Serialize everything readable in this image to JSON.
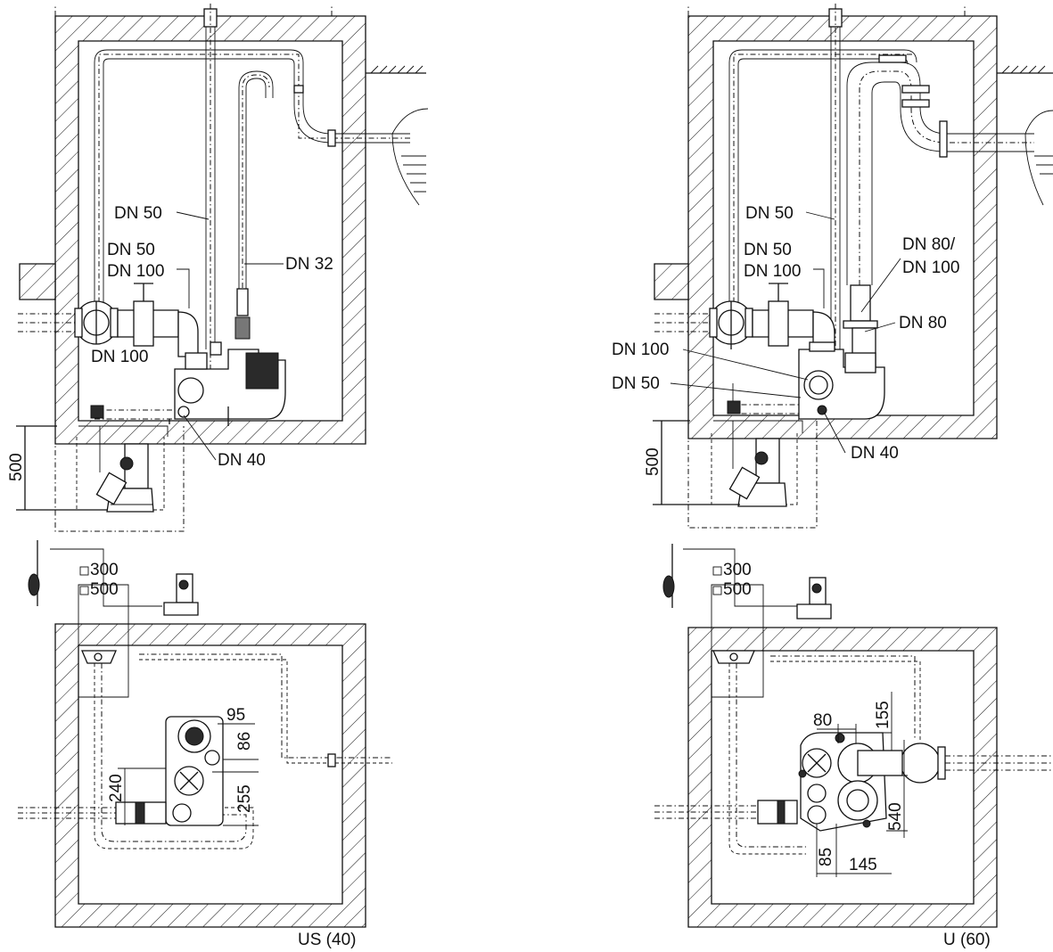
{
  "left_view": {
    "caption": "US (40)",
    "labels": {
      "dn50_top": "DN 50",
      "dn32": "DN 32",
      "dn50_side": "DN 50",
      "dn100_side": "DN 100",
      "dn100_inlet": "DN 100",
      "dn40": "DN 40"
    },
    "dimensions": {
      "depth": "500",
      "sq300": "300",
      "sq500": "500",
      "d95": "95",
      "d86": "86",
      "d240": "240",
      "d255": "255"
    }
  },
  "right_view": {
    "caption": "U (60)",
    "labels": {
      "dn50_top": "DN 50",
      "dn50_side": "DN 50",
      "dn100_side": "DN 100",
      "dn80_100": "DN 80/",
      "dn80_100b": "DN 100",
      "dn80": "DN 80",
      "dn100_left": "DN 100",
      "dn50_left": "DN 50",
      "dn40": "DN 40"
    },
    "dimensions": {
      "depth": "500",
      "sq300": "300",
      "sq500": "500",
      "d80": "80",
      "d155": "155",
      "d540": "540",
      "d85": "85",
      "d145": "145"
    }
  },
  "colors": {
    "line": "#111111",
    "background": "#ffffff"
  }
}
